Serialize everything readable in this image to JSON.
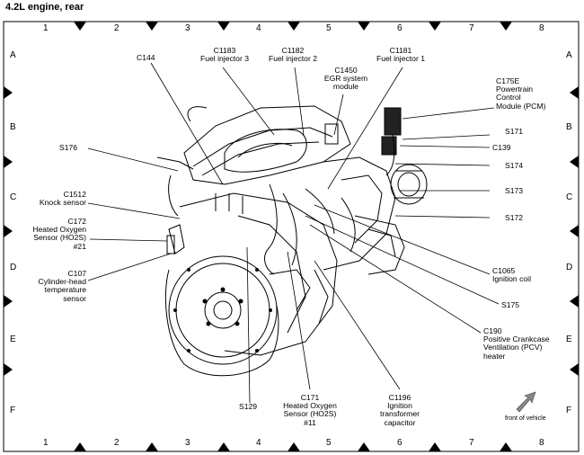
{
  "title": "4.2L  engine,  rear",
  "grid": {
    "columns": [
      "1",
      "2",
      "3",
      "4",
      "5",
      "6",
      "7",
      "8"
    ],
    "rows": [
      "A",
      "B",
      "C",
      "D",
      "E",
      "F"
    ]
  },
  "callouts": {
    "c144": "C144",
    "c1183": "C1183\nFuel injector 3",
    "c1182": "C1182\nFuel injector 2",
    "c1181": "C1181\nFuel injector 1",
    "c1450": "C1450\nEGR system\nmodule",
    "c175e": "C175E\nPowertrain\nControl\nModule (PCM)",
    "s171": "S171",
    "c139": "C139",
    "s174": "S174",
    "s173": "S173",
    "s172": "S172",
    "s176": "S176",
    "c1512": "C1512\nKnock sensor",
    "c172": "C172\nHeated Oxygen\nSensor (HO2S)\n#21",
    "c107": "C107\nCylinder-head\ntemperature\nsensor",
    "c1065": "C1065\nIgnition coil",
    "s175": "S175",
    "c190": "C190\nPositive Crankcase\nVentilation (PCV)\nheater",
    "s129": "S129",
    "c171": "C171\nHeated Oxygen\nSensor (HO2S)\n#11",
    "c1196": "C1196\nIgnition\ntransformer\ncapacitor",
    "front": "front of vehicle"
  }
}
